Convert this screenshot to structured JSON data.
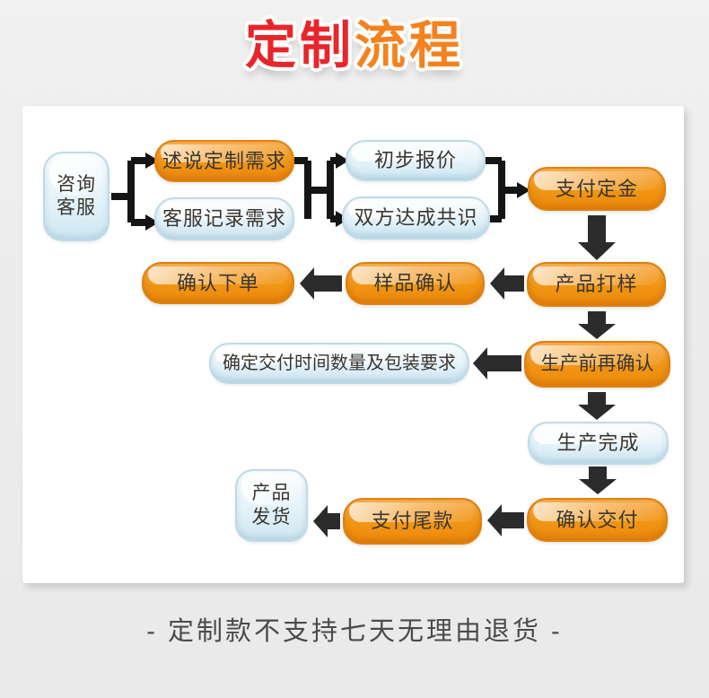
{
  "title": {
    "part1": "定制",
    "part2": "流程"
  },
  "colors": {
    "title_red": "#e8262a",
    "title_orange": "#f5821f",
    "node_orange": "#f09513",
    "node_orange_border": "#df8010",
    "node_blue": "#e3f2f9",
    "node_blue_border": "#bedae6",
    "connector_black": "#151515",
    "block_arrow_dark": "#2b2b2b",
    "panel_white": "#ffffff",
    "page_background": "#ececec"
  },
  "flow": {
    "nodes": {
      "consult": {
        "label": "咨询\n客服",
        "style": "blue"
      },
      "state_needs": {
        "label": "述说定制需求",
        "style": "orange"
      },
      "record_needs": {
        "label": "客服记录需求",
        "style": "blue"
      },
      "initial_quote": {
        "label": "初步报价",
        "style": "blue"
      },
      "consensus": {
        "label": "双方达成共识",
        "style": "blue"
      },
      "pay_deposit": {
        "label": "支付定金",
        "style": "orange"
      },
      "confirm_order": {
        "label": "确认下单",
        "style": "orange"
      },
      "sample_confirm": {
        "label": "样品确认",
        "style": "orange"
      },
      "product_sample": {
        "label": "产品打样",
        "style": "orange"
      },
      "delivery_requirements": {
        "label": "确定交付时间数量及包装要求",
        "style": "blue"
      },
      "preproduction_confirm": {
        "label": "生产前再确认",
        "style": "orange"
      },
      "production_done": {
        "label": "生产完成",
        "style": "blue"
      },
      "confirm_delivery": {
        "label": "确认交付",
        "style": "orange"
      },
      "pay_balance": {
        "label": "支付尾款",
        "style": "orange"
      },
      "ship_product": {
        "label": "产品\n发货",
        "style": "blue"
      }
    },
    "edges": [
      {
        "from": [
          "consult"
        ],
        "to": [
          "state_needs",
          "record_needs"
        ]
      },
      {
        "from": [
          "state_needs",
          "record_needs"
        ],
        "to": [
          "initial_quote",
          "consensus"
        ]
      },
      {
        "from": [
          "initial_quote",
          "consensus"
        ],
        "to": [
          "pay_deposit"
        ]
      },
      {
        "from": [
          "pay_deposit"
        ],
        "to": [
          "product_sample"
        ]
      },
      {
        "from": [
          "product_sample"
        ],
        "to": [
          "sample_confirm"
        ]
      },
      {
        "from": [
          "sample_confirm"
        ],
        "to": [
          "confirm_order"
        ]
      },
      {
        "from": [
          "product_sample"
        ],
        "to": [
          "preproduction_confirm"
        ]
      },
      {
        "from": [
          "preproduction_confirm"
        ],
        "to": [
          "delivery_requirements"
        ]
      },
      {
        "from": [
          "preproduction_confirm"
        ],
        "to": [
          "production_done"
        ]
      },
      {
        "from": [
          "production_done"
        ],
        "to": [
          "confirm_delivery"
        ]
      },
      {
        "from": [
          "confirm_delivery"
        ],
        "to": [
          "pay_balance"
        ]
      },
      {
        "from": [
          "pay_balance"
        ],
        "to": [
          "ship_product"
        ]
      }
    ]
  },
  "footer": {
    "note": "- 定制款不支持七天无理由退货 -"
  }
}
